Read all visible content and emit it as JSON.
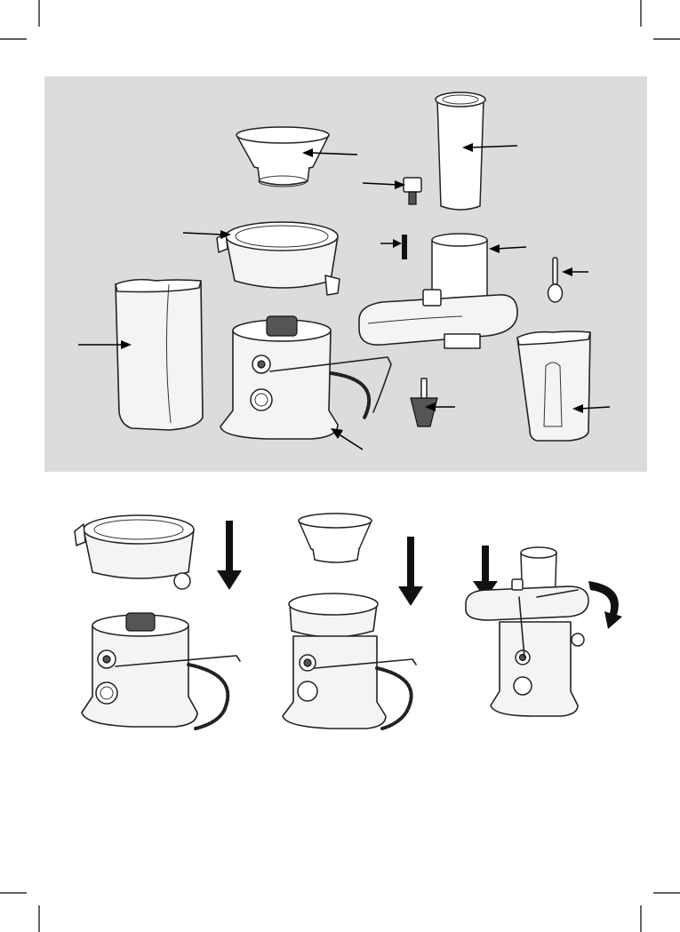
{
  "figure": {
    "panel_background": "#dcdcdc",
    "line_color": "#222222",
    "arrow_color": "#111111",
    "panels": [
      "exploded-parts-view",
      "assembly-step-1",
      "assembly-step-2",
      "assembly-step-3"
    ]
  },
  "parts": [
    {
      "icon": "fine-mesh-filter-icon"
    },
    {
      "icon": "food-pusher-tube-icon"
    },
    {
      "icon": "cleaning-tool-icon"
    },
    {
      "icon": "filter-bowl-icon"
    },
    {
      "icon": "blade-icon"
    },
    {
      "icon": "lid-with-feed-chute-icon"
    },
    {
      "icon": "spoon-icon"
    },
    {
      "icon": "pulp-container-icon"
    },
    {
      "icon": "motor-base-icon"
    },
    {
      "icon": "brush-icon"
    },
    {
      "icon": "juice-jug-icon"
    }
  ],
  "steps": [
    {
      "direction": "down",
      "icon": "down-arrow-icon"
    },
    {
      "direction": "down",
      "icon": "down-arrow-icon"
    },
    {
      "direction": "down-and-rotate",
      "icon": "rotate-arrow-icon"
    }
  ]
}
